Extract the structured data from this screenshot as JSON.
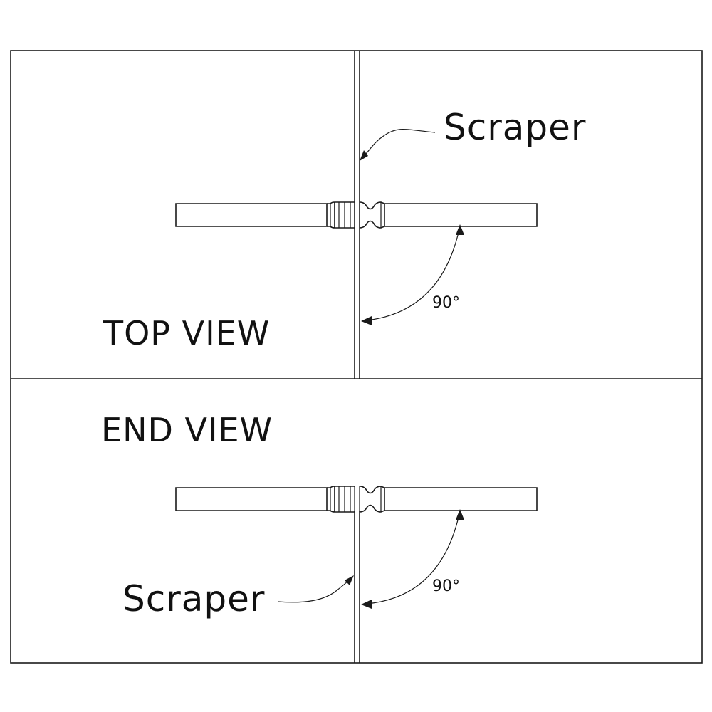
{
  "top_panel": {
    "view_label": "TOP VIEW",
    "scraper_label": "Scraper",
    "angle_label": "90°"
  },
  "end_panel": {
    "view_label": "END VIEW",
    "scraper_label": "Scraper",
    "angle_label": "90°"
  },
  "colors": {
    "line": "#1a1a1a",
    "background": "#ffffff"
  }
}
